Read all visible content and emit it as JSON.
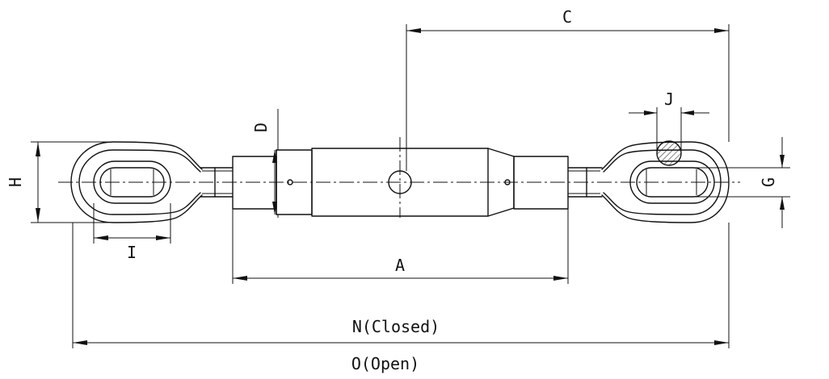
{
  "dimensions": {
    "A": "A",
    "C": "C",
    "D": "D",
    "G": "G",
    "H": "H",
    "I": "I",
    "J": "J",
    "N": "N(Closed)",
    "O": "O(Open)"
  }
}
